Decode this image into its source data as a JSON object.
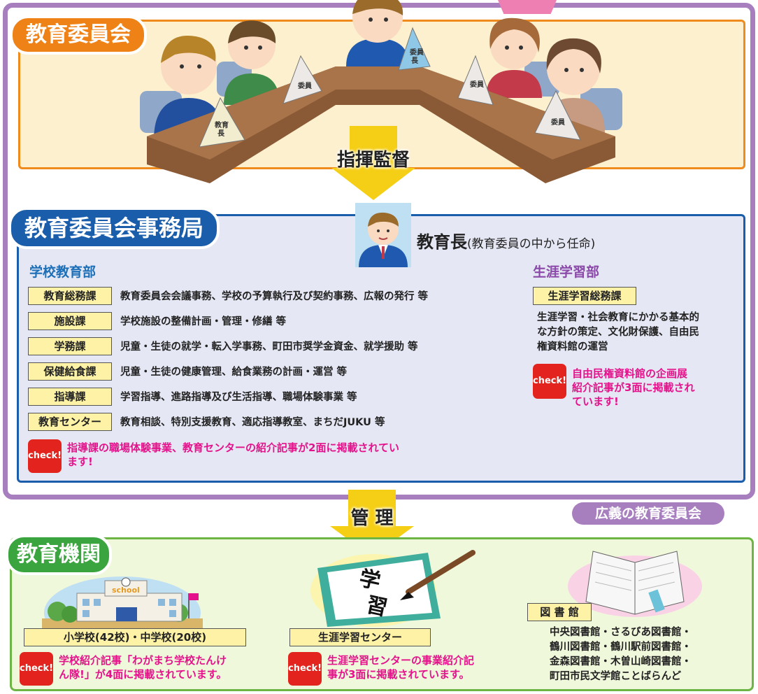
{
  "board": {
    "title": "教育委員会",
    "placards": {
      "member": "委員",
      "chair_line1": "委員",
      "chair_line2": "長",
      "superintendent_line1": "教育",
      "superintendent_line2": "長"
    }
  },
  "arrow_direction": {
    "label": "指揮監督"
  },
  "office": {
    "title": "教育委員会事務局",
    "superintendent": {
      "title": "教育長",
      "note": "(教育委員の中から任命)"
    },
    "school_dept": {
      "heading": "学校教育部",
      "sections": [
        {
          "name": "教育総務課",
          "desc": "教育委員会会議事務、学校の予算執行及び契約事務、広報の発行 等"
        },
        {
          "name": "施設課",
          "desc": "学校施設の整備計画・管理・修繕 等"
        },
        {
          "name": "学務課",
          "desc": "児童・生徒の就学・転入学事務、町田市奨学金資金、就学援助 等"
        },
        {
          "name": "保健給食課",
          "desc": "児童・生徒の健康管理、給食業務の計画・運営 等"
        },
        {
          "name": "指導課",
          "desc": "学習指導、進路指導及び生活指導、職場体験事業 等"
        },
        {
          "name": "教育センター",
          "desc": "教育相談、特別支援教育、適応指導教室、まちだJUKU 等"
        }
      ],
      "check": {
        "badge": "check!",
        "line1": "指導課の職場体験事業、教育センターの紹介記事が2面に掲載されてい",
        "line2": "ます!"
      }
    },
    "lifelong_dept": {
      "heading": "生涯学習部",
      "section": "生涯学習総務課",
      "desc_lines": [
        "生涯学習・社会教育にかかる基本的",
        "な方針の策定、文化財保護、自由民",
        "権資料館の運営"
      ],
      "check": {
        "badge": "check!",
        "lines": [
          "自由民権資料館の企画展",
          "紹介記事が3面に掲載され",
          "ています!"
        ]
      }
    }
  },
  "arrow_manage": {
    "label": "管 理"
  },
  "broad_label": "広義の教育委員会",
  "institutions": {
    "title": "教育機関",
    "school_sign": "school",
    "schools": {
      "label": "小学校(42校)・中学校(20校)",
      "check": {
        "badge": "check!",
        "lines": [
          "学校紹介記事「わがまち学校たんけ",
          "ん隊!」が4面に掲載されています。"
        ]
      }
    },
    "calligraphy_chars": [
      "学",
      "習"
    ],
    "center": {
      "label": "生涯学習センター",
      "check": {
        "badge": "check!",
        "lines": [
          "生涯学習センターの事業紹介記",
          "事が3面に掲載されています。"
        ]
      }
    },
    "libraries": {
      "label": "図 書 館",
      "lines": [
        "中央図書館・さるびあ図書館・",
        "鶴川図書館・鶴川駅前図書館・",
        "金森図書館・木曽山崎図書館・",
        "町田市民文学館ことばらんど"
      ]
    }
  }
}
